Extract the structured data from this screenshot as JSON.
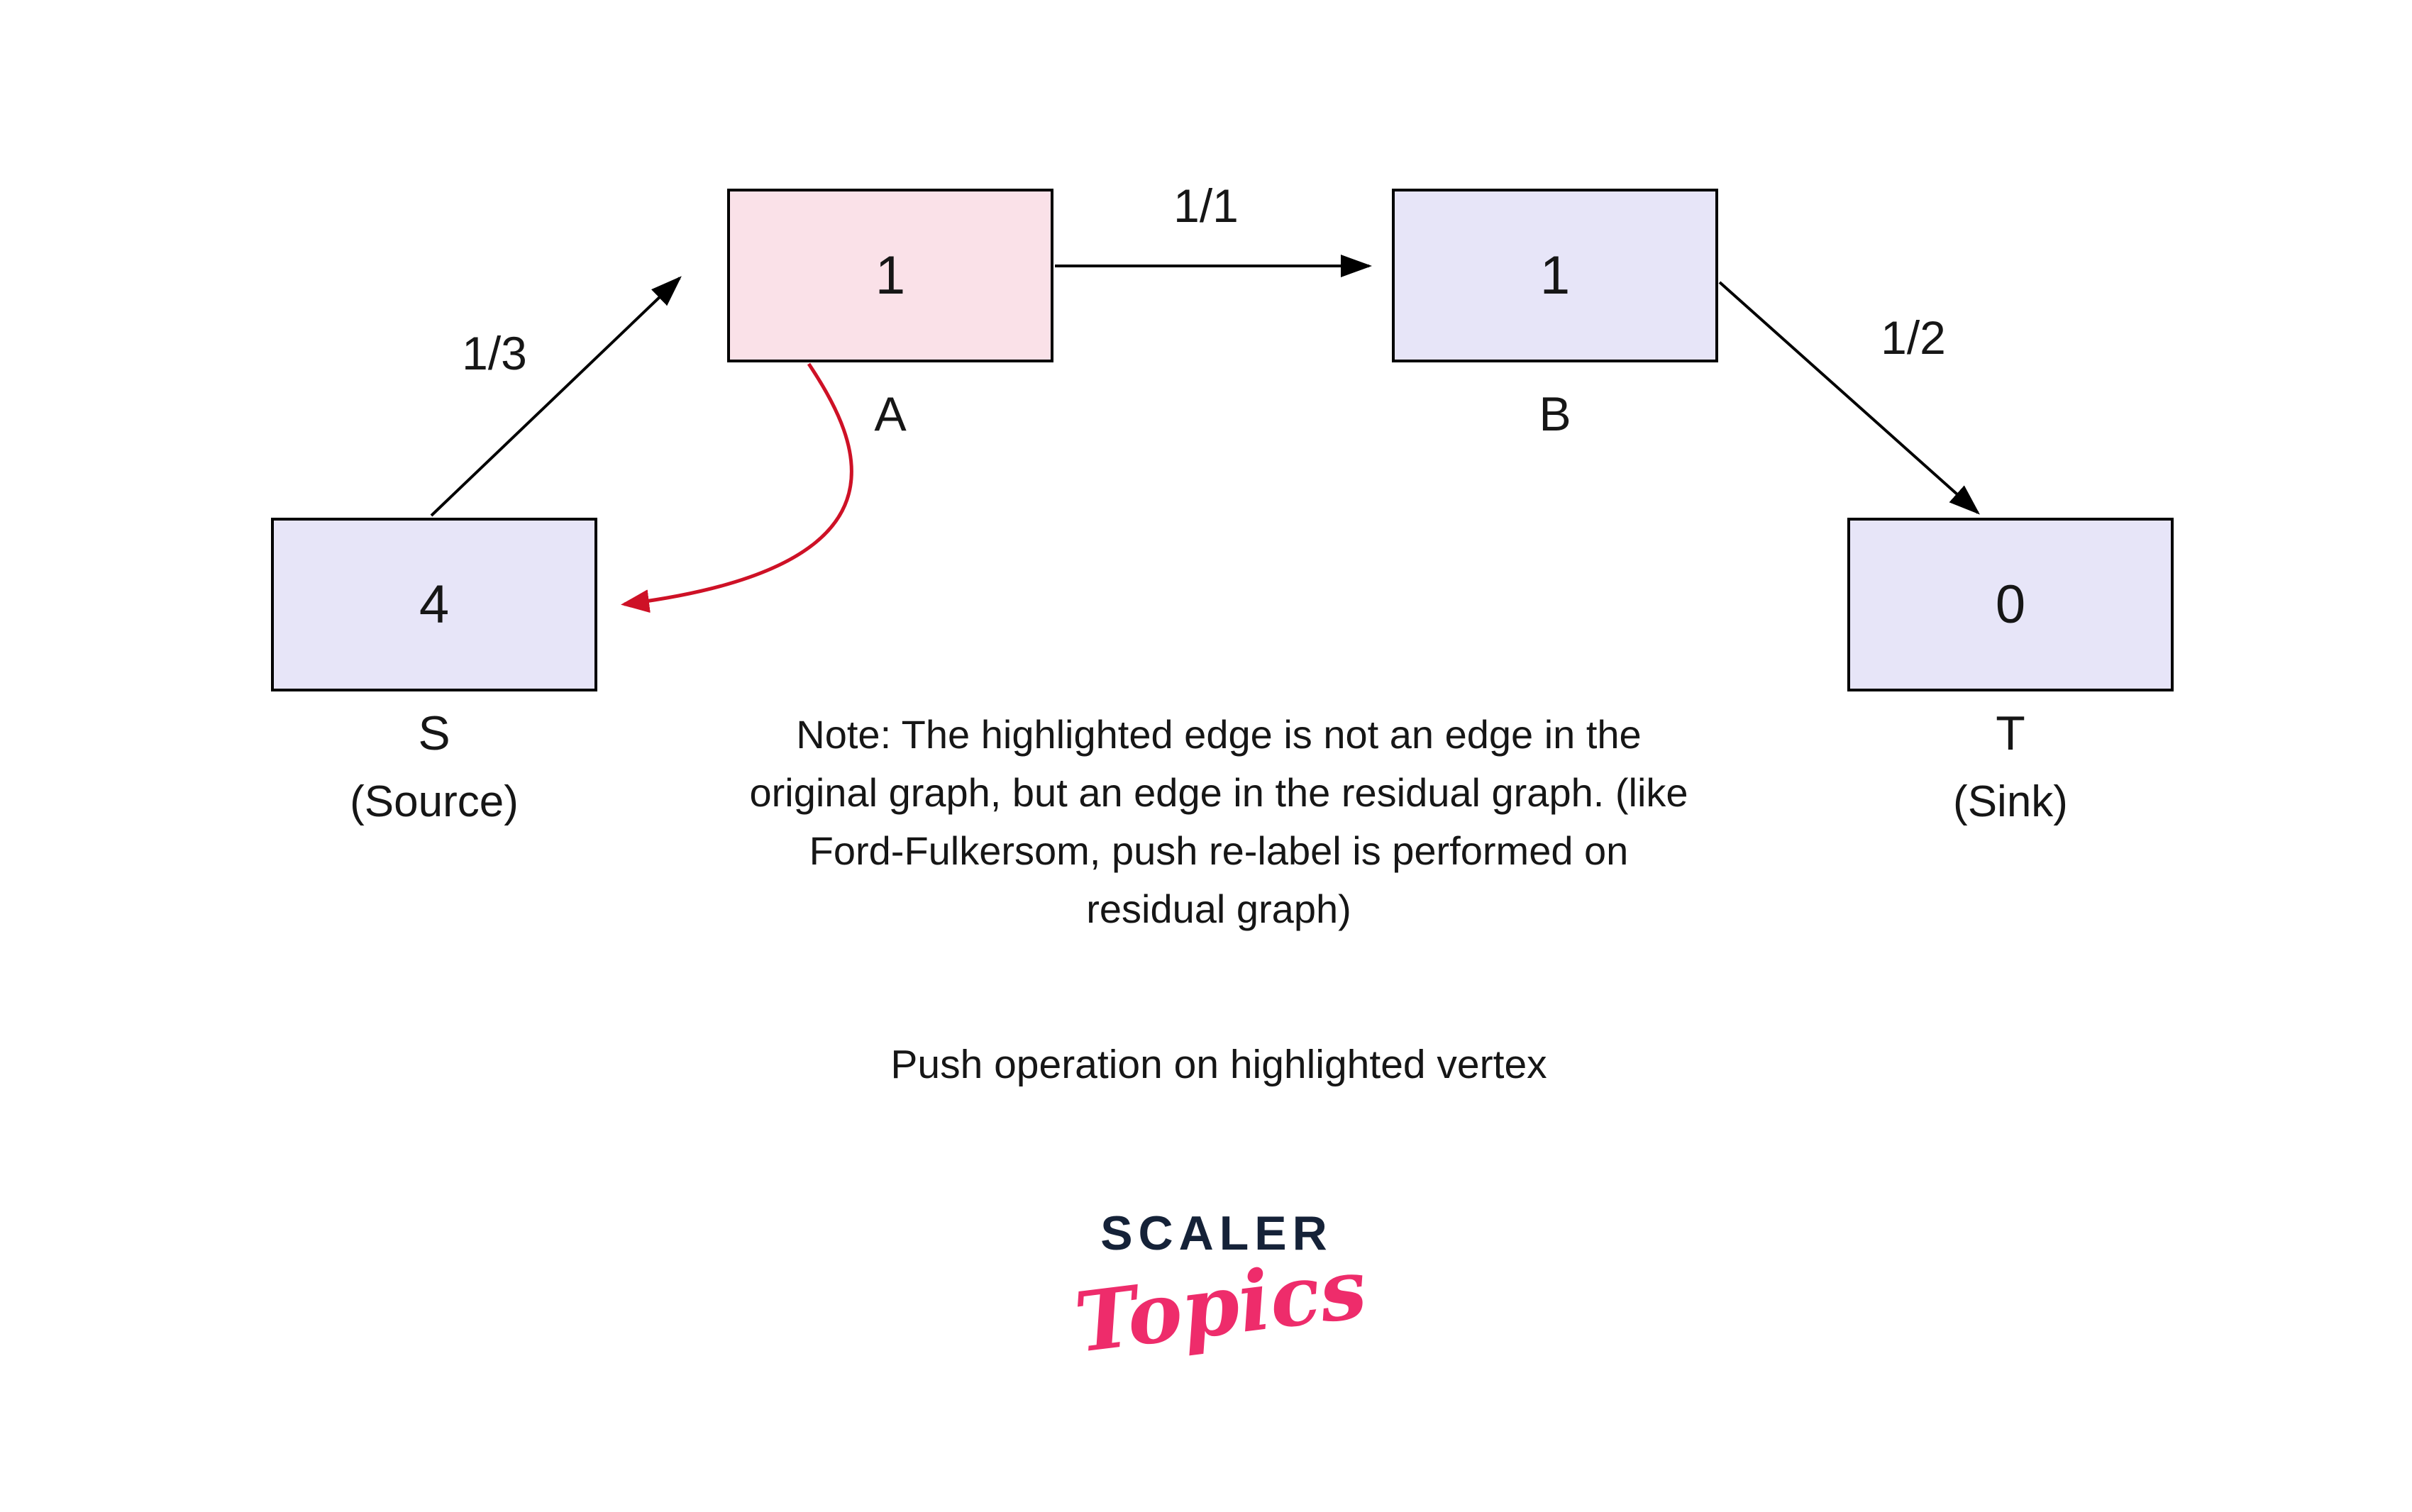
{
  "colors": {
    "bg": "#ffffff",
    "ink": "#161616",
    "node-fill": "#e7e5f8",
    "node-highlight-fill": "#fae1e8",
    "node-border": "#000000",
    "edge": "#000000",
    "residual-edge": "#ce1126",
    "logo-navy": "#152238",
    "logo-pink": "#ee2c6b"
  },
  "nodes": {
    "a": {
      "value": "1",
      "label": "A"
    },
    "b": {
      "value": "1",
      "label": "B"
    },
    "s": {
      "value": "4",
      "label": "S",
      "sublabel": "(Source)"
    },
    "t": {
      "value": "0",
      "label": "T",
      "sublabel": "(Sink)"
    }
  },
  "edges": {
    "s_to_a": {
      "label": "1/3"
    },
    "a_to_b": {
      "label": "1/1"
    },
    "b_to_t": {
      "label": "1/2"
    }
  },
  "note": {
    "lines": [
      "Note: The highlighted edge is not an edge in the",
      "original graph, but an edge in the residual graph. (like",
      "Ford-Fulkersom, push re-label is performed on",
      "residual graph)"
    ]
  },
  "caption": "Push operation on highlighted vertex",
  "logo": {
    "brand": "SCALER",
    "product": "Topics"
  }
}
